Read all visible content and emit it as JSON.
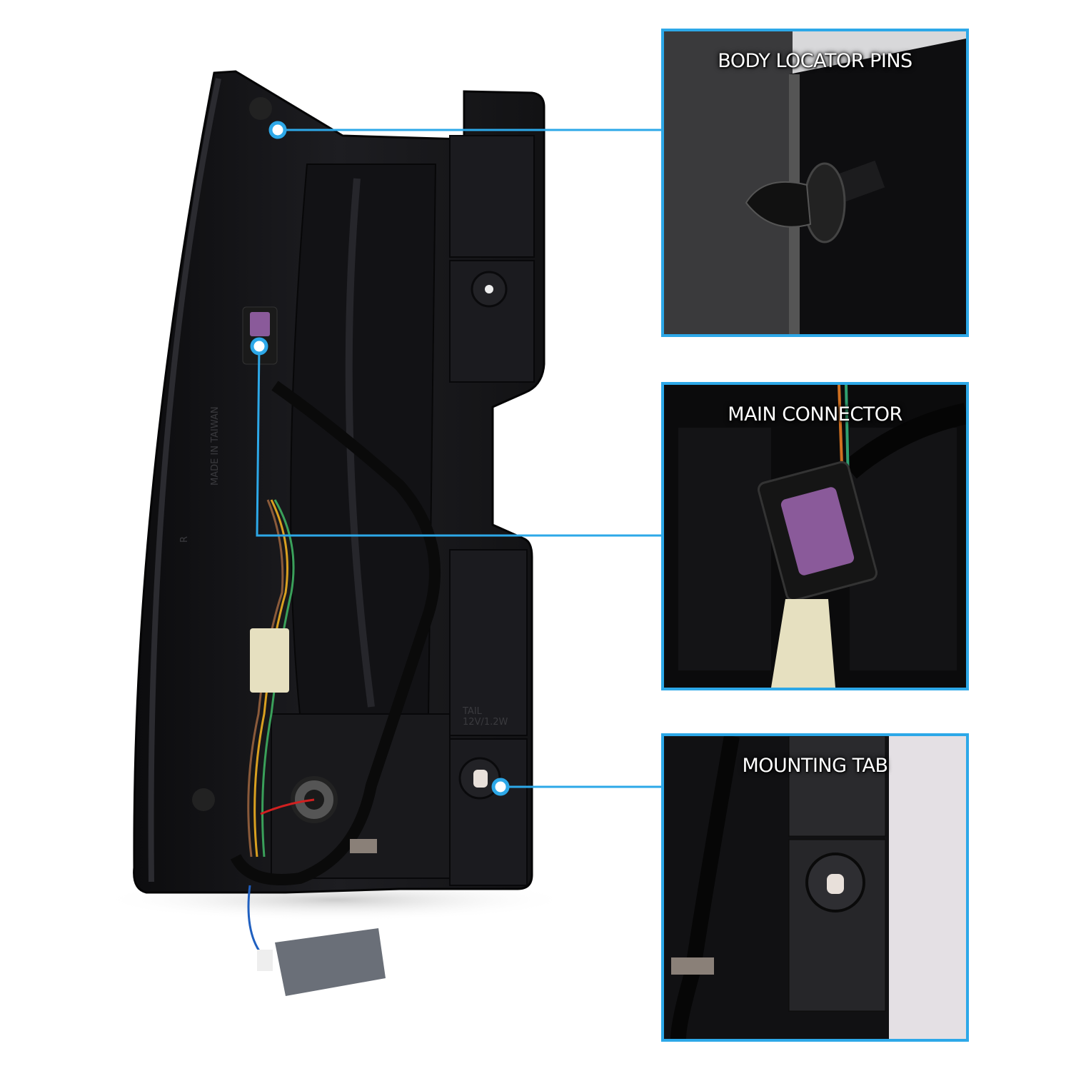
{
  "callouts": [
    {
      "label": "BODY LOCATOR PINS"
    },
    {
      "label": "MAIN CONNECTOR"
    },
    {
      "label": "MOUNTING TAB"
    }
  ],
  "molded_text": {
    "side_mark": "R",
    "made_in": "MADE IN TAIWAN",
    "tail": "TAIL",
    "rating": "12V/1.2W"
  },
  "colors": {
    "callout_accent": "#2da8e8",
    "housing": "#17171a",
    "connector": "#8a5a9a"
  }
}
